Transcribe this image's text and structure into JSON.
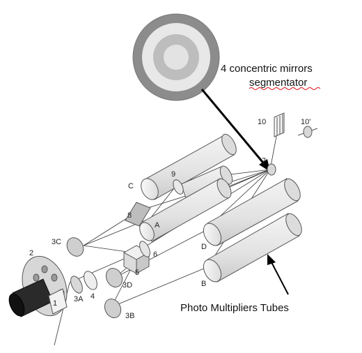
{
  "caption_segmentator_line1": "4 concentric mirrors",
  "caption_segmentator_line2": "segmentator",
  "caption_pmt": "Photo Multipliers Tubes",
  "labels": {
    "n1": "1",
    "n2": "2",
    "n3A": "3A",
    "n3B": "3B",
    "n3C": "3C",
    "n3D": "3D",
    "n4": "4",
    "n5": "5",
    "n6": "6",
    "n7": "7",
    "n8": "8",
    "n9": "9",
    "n10": "10",
    "n10p": "10'",
    "A": "A",
    "B": "B",
    "C": "C",
    "D": "D"
  }
}
